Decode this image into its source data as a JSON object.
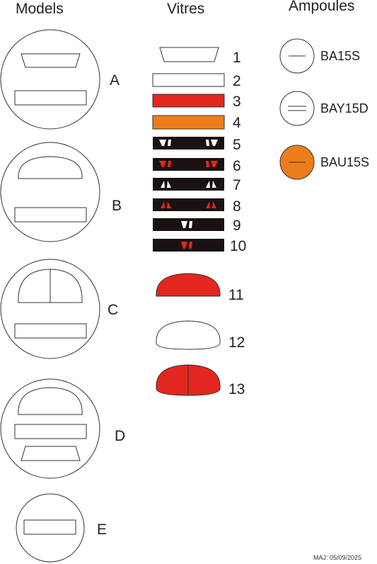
{
  "headings": {
    "models": "Models",
    "vitres": "Vitres",
    "ampoules": "Ampoules"
  },
  "models": [
    "A",
    "B",
    "C",
    "D",
    "E"
  ],
  "vitres": [
    "1",
    "2",
    "3",
    "4",
    "5",
    "6",
    "7",
    "8",
    "9",
    "10",
    "11",
    "12",
    "13"
  ],
  "ampoules": [
    "BA15S",
    "BAY15D",
    "BAU15S"
  ],
  "colors": {
    "red": "#e3261f",
    "orange": "#ed7d1a",
    "black": "#1a1212",
    "white": "#ffffff",
    "outline": "#333333"
  },
  "footer": "MAJ: 05/09/2025"
}
